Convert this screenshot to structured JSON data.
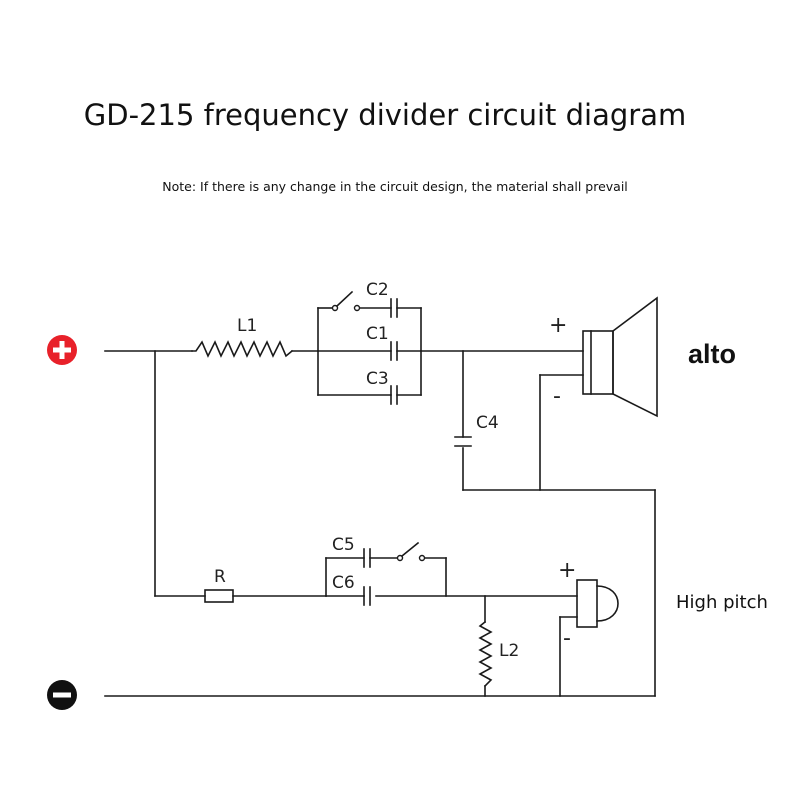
{
  "title": "GD-215 frequency divider circuit diagram",
  "note": "Note: If there is any change in the circuit design, the material shall prevail",
  "components": {
    "L1": "L1",
    "L2": "L2",
    "R": "R",
    "C1": "C1",
    "C2": "C2",
    "C3": "C3",
    "C4": "C4",
    "C5": "C5",
    "C6": "C6"
  },
  "polarity": {
    "plus": "+",
    "minus": "-"
  },
  "outputs": {
    "alto": "alto",
    "high_pitch": "High pitch"
  },
  "colors": {
    "positive_terminal": "#e8212a",
    "negative_terminal": "#111111"
  }
}
